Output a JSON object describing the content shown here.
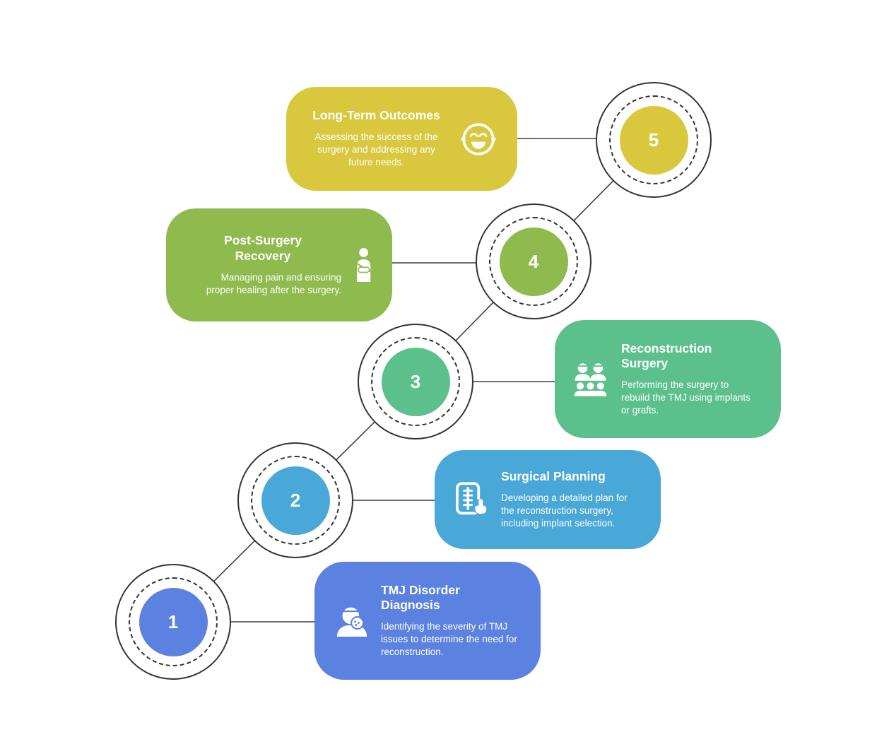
{
  "page": {
    "background": "#ffffff",
    "connector_color": "#3f3f3f",
    "ring_color": "#333333",
    "text_color": "#ffffff"
  },
  "steps": [
    {
      "number": "1",
      "title": "TMJ Disorder Diagnosis",
      "description": "Identifying the severity of TMJ issues to determine the need for reconstruction.",
      "color": "#5b82e0",
      "icon": "doctor-mask-icon"
    },
    {
      "number": "2",
      "title": "Surgical Planning",
      "description": "Developing a detailed plan for the reconstruction surgery, including implant selection.",
      "color": "#49a8d8",
      "icon": "spine-scan-icon"
    },
    {
      "number": "3",
      "title": "Reconstruction Surgery",
      "description": "Performing the surgery to rebuild the TMJ using implants or grafts.",
      "color": "#5cc08c",
      "icon": "surgical-team-icon"
    },
    {
      "number": "4",
      "title": "Post-Surgery Recovery",
      "description": "Managing pain and ensuring proper healing after the surgery.",
      "color": "#8fba4d",
      "icon": "arm-sling-icon"
    },
    {
      "number": "5",
      "title": "Long-Term Outcomes",
      "description": "Assessing the success of the surgery and addressing any future needs.",
      "color": "#d9c83d",
      "icon": "smiling-face-icon"
    }
  ]
}
